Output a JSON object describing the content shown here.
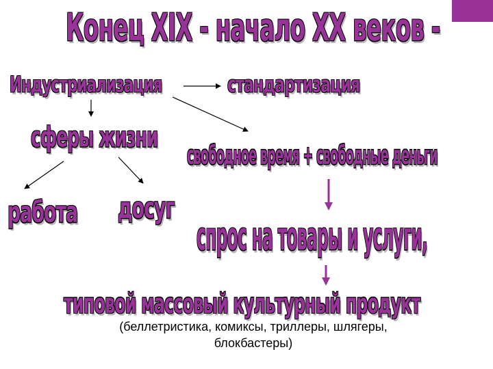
{
  "title": "Конец XIX - начало XX веков -",
  "nodes": {
    "industrialization": "Индустриализация",
    "standardization": "стандартизация",
    "spheres_of_life": "сферы жизни",
    "free_time_money": "свободное время + свободные деньги",
    "work": "работа",
    "leisure": "досуг",
    "demand": "спрос на товары и услуги,",
    "product": "типовой массовый культурный продукт"
  },
  "examples": {
    "line1": "(беллетристика, комиксы, триллеры, шлягеры,",
    "line2": "блокбастеры)"
  },
  "colors": {
    "wordart_fill": "#993399",
    "arrow_dark": "#000000",
    "arrow_accent": "#993399",
    "corner_box": "#993399"
  }
}
